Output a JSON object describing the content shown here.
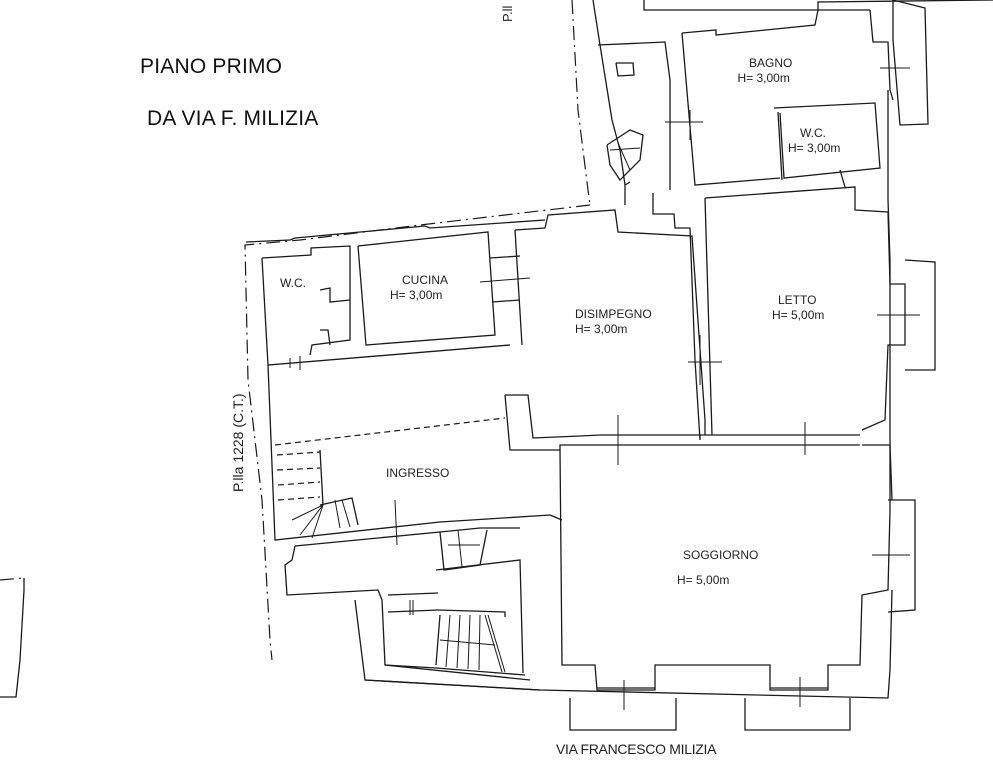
{
  "plan": {
    "title_line1": "PIANO PRIMO",
    "title_line2": "DA VIA F. MILIZIA",
    "street_label": "VIA FRANCESCO MILIZIA",
    "parcel_label": "P.lla 1228 (C.T.)",
    "parcel_label_top": "P.ll",
    "stroke_color": "#1a1a1a",
    "background": "#ffffff"
  },
  "rooms": [
    {
      "id": "bagno",
      "name": "BAGNO",
      "height": "H= 3,00m"
    },
    {
      "id": "wc-upper",
      "name": "W.C.",
      "height": "H= 3,00m"
    },
    {
      "id": "wc-left",
      "name": "W.C.",
      "height": ""
    },
    {
      "id": "cucina",
      "name": "CUCINA",
      "height": "H= 3,00m"
    },
    {
      "id": "disimpegno",
      "name": "DISIMPEGNO",
      "height": "H= 3,00m"
    },
    {
      "id": "letto",
      "name": "LETTO",
      "height": "H= 5,00m"
    },
    {
      "id": "ingresso",
      "name": "INGRESSO",
      "height": ""
    },
    {
      "id": "soggiorno",
      "name": "SOGGIORNO",
      "height": "H= 5,00m"
    }
  ]
}
